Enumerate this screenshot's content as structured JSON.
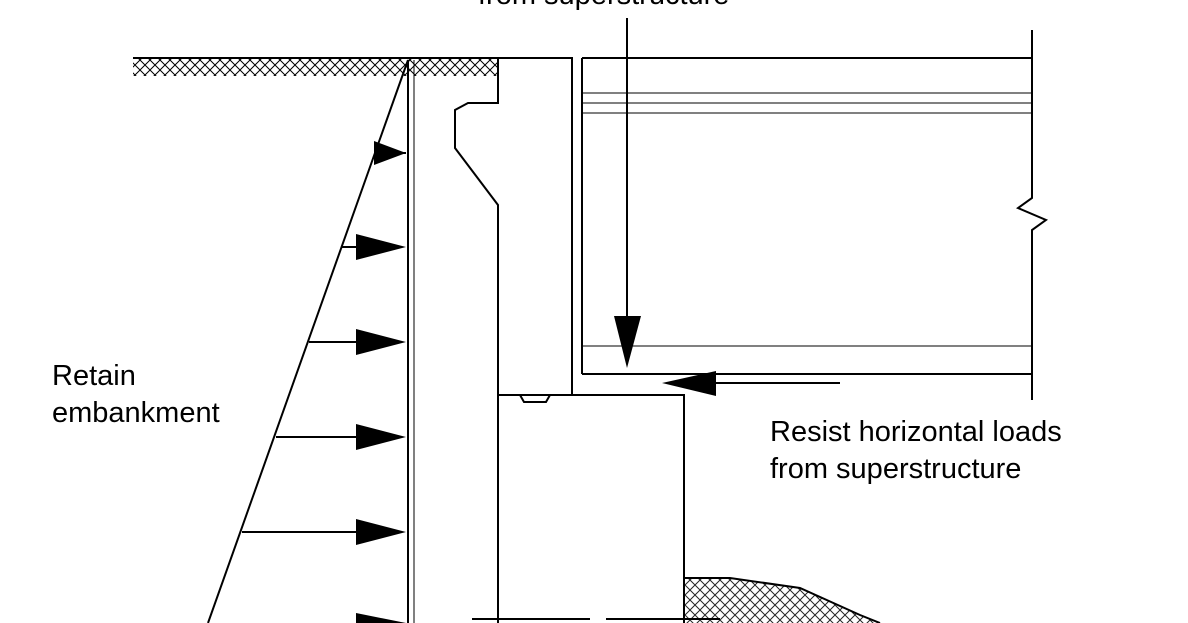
{
  "labels": {
    "top_cut": "from superstructure",
    "retain_line1": "Retain",
    "retain_line2": "embankment",
    "resist_line1": "Resist horizontal loads",
    "resist_line2": "from superstructure"
  },
  "colors": {
    "ink": "#000000",
    "background": "#ffffff"
  }
}
